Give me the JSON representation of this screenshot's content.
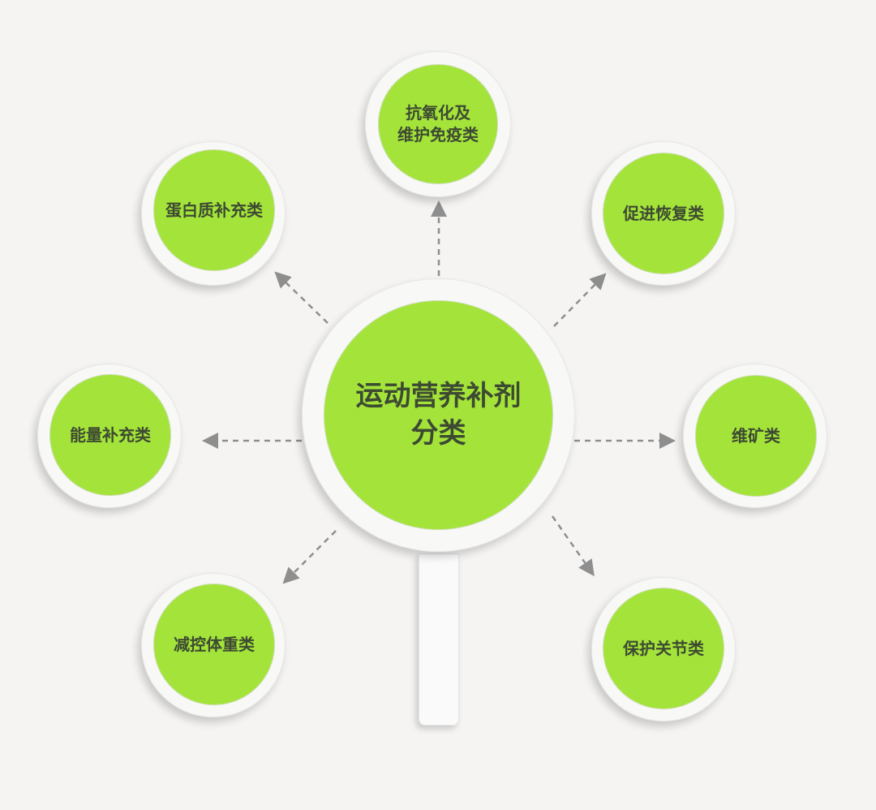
{
  "diagram": {
    "center": {
      "line1": "运动营养补剂",
      "line2": "分类"
    },
    "nodes": [
      {
        "id": "top",
        "line1": "抗氧化及",
        "line2": "维护免疫类"
      },
      {
        "id": "top-left",
        "label": "蛋白质补充类"
      },
      {
        "id": "top-right",
        "label": "促进恢复类"
      },
      {
        "id": "left",
        "label": "能量补充类"
      },
      {
        "id": "right",
        "label": "维矿类"
      },
      {
        "id": "bottom-left",
        "label": "减控体重类"
      },
      {
        "id": "bottom-right",
        "label": "保护关节类"
      }
    ],
    "colors": {
      "background": "#f5f4f2",
      "node_fill": "#a4e43a",
      "text": "#3d4a32",
      "ring": "#f8f8f7",
      "arrow": "#8e8e8e"
    }
  }
}
